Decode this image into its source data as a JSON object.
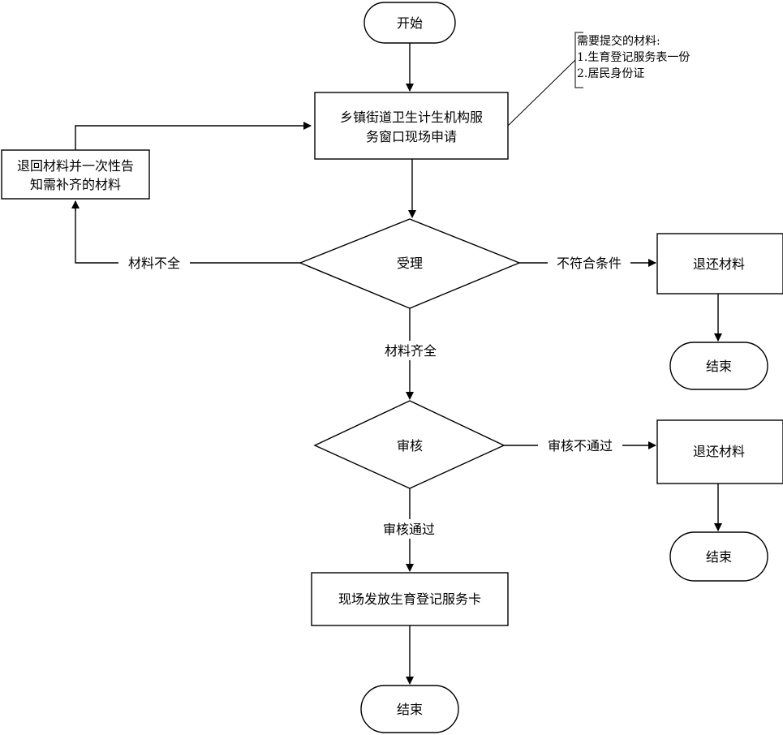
{
  "nodes": {
    "start": "开始",
    "apply": [
      "乡镇街道卫生计生机构服",
      "务窗口现场申请"
    ],
    "return_notify": [
      "退回材料并一次性告",
      "知需补齐的材料"
    ],
    "accept": "受理",
    "return_materials_1": "退还材料",
    "end_1": "结束",
    "review": "审核",
    "return_materials_2": "退还材料",
    "end_2": "结束",
    "issue_card": "现场发放生育登记服务卡",
    "end_main": "结束"
  },
  "edges": {
    "incomplete": "材料不全",
    "not_eligible": "不符合条件",
    "complete": "材料齐全",
    "review_fail": "审核不通过",
    "review_pass": "审核通过"
  },
  "note": {
    "title": "需要提交的材料:",
    "items": [
      "1.生育登记服务表一份",
      "2.居民身份证"
    ]
  }
}
